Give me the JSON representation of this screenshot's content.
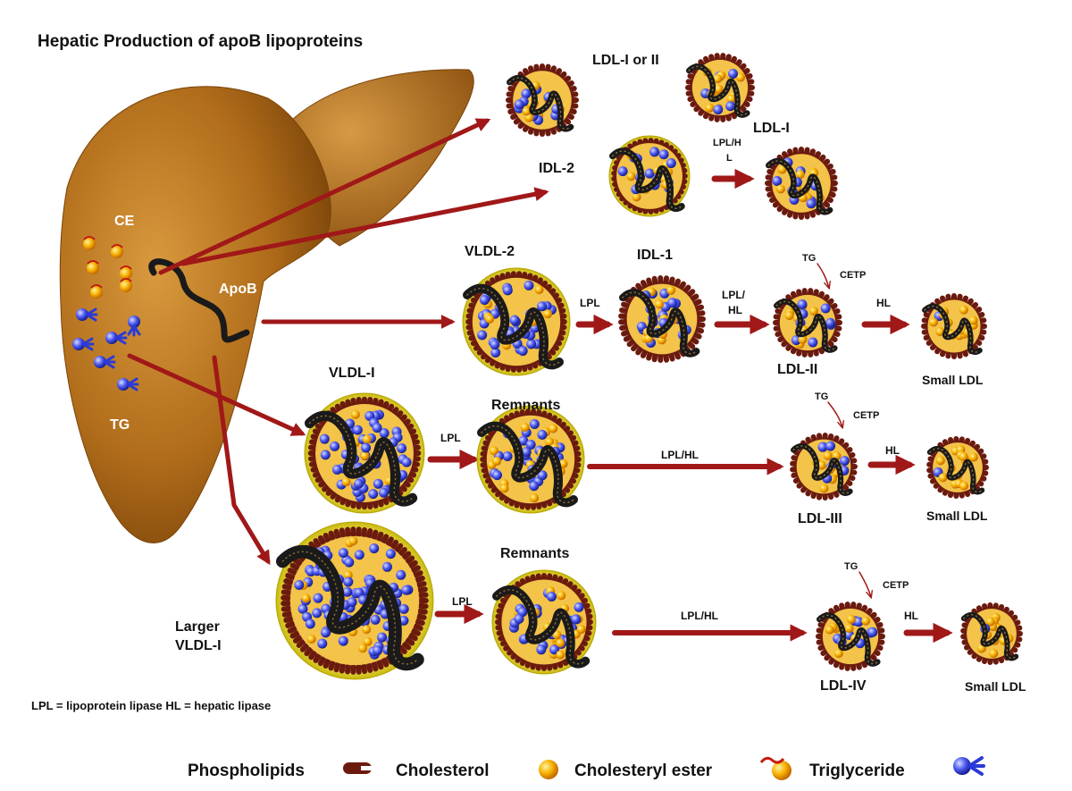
{
  "title": "Hepatic Production of apoB lipoproteins",
  "liver_labels": {
    "ce": "CE",
    "tg": "TG",
    "apob": "ApoB"
  },
  "particles": {
    "ldl_i_or_ii": "LDL-I or II",
    "ldl_i": "LDL-I",
    "idl_2": "IDL-2",
    "vldl_2": "VLDL-2",
    "idl_1": "IDL-1",
    "ldl_ii": "LDL-II",
    "small_ldl_1": "Small LDL",
    "vldl_i": "VLDL-I",
    "remnants_1": "Remnants",
    "ldl_iii": "LDL-III",
    "small_ldl_2": "Small LDL",
    "larger_vldl_line1": "Larger",
    "larger_vldl_line2": "VLDL-I",
    "remnants_2": "Remnants",
    "ldl_iv": "LDL-IV",
    "small_ldl_3": "Small LDL"
  },
  "enzymes": {
    "idl2_lpl_hl_line1": "LPL/H",
    "idl2_lpl_hl_line2": "L",
    "vldl2_lpl": "LPL",
    "idl1_lpl_hl_line1": "LPL/",
    "idl1_lpl_hl_line2": "HL",
    "row2_hl": "HL",
    "row2_tg": "TG",
    "row2_cetp": "CETP",
    "row3_lpl": "LPL",
    "row3_lpl_hl": "LPL/HL",
    "row3_tg": "TG",
    "row3_cetp": "CETP",
    "row3_hl": "HL",
    "row4_lpl": "LPL",
    "row4_lpl_hl": "LPL/HL",
    "row4_tg": "TG",
    "row4_cetp": "CETP",
    "row4_hl": "HL"
  },
  "abbreviations": "LPL = lipoprotein lipase  HL = hepatic lipase",
  "legend": {
    "phospholipids": "Phospholipids",
    "cholesterol": "Cholesterol",
    "cholesteryl_ester": "Cholesteryl ester",
    "triglyceride": "Triglyceride"
  },
  "colors": {
    "liver": "#b8731c",
    "arrow": "#a01818",
    "phospholipid": "#6b1a0e",
    "cholesteryl_ester": "#f5a400",
    "triglyceride": "#2a3ad8",
    "particle_halo": "#f5ee6a",
    "apob": "#1a1a1a"
  }
}
